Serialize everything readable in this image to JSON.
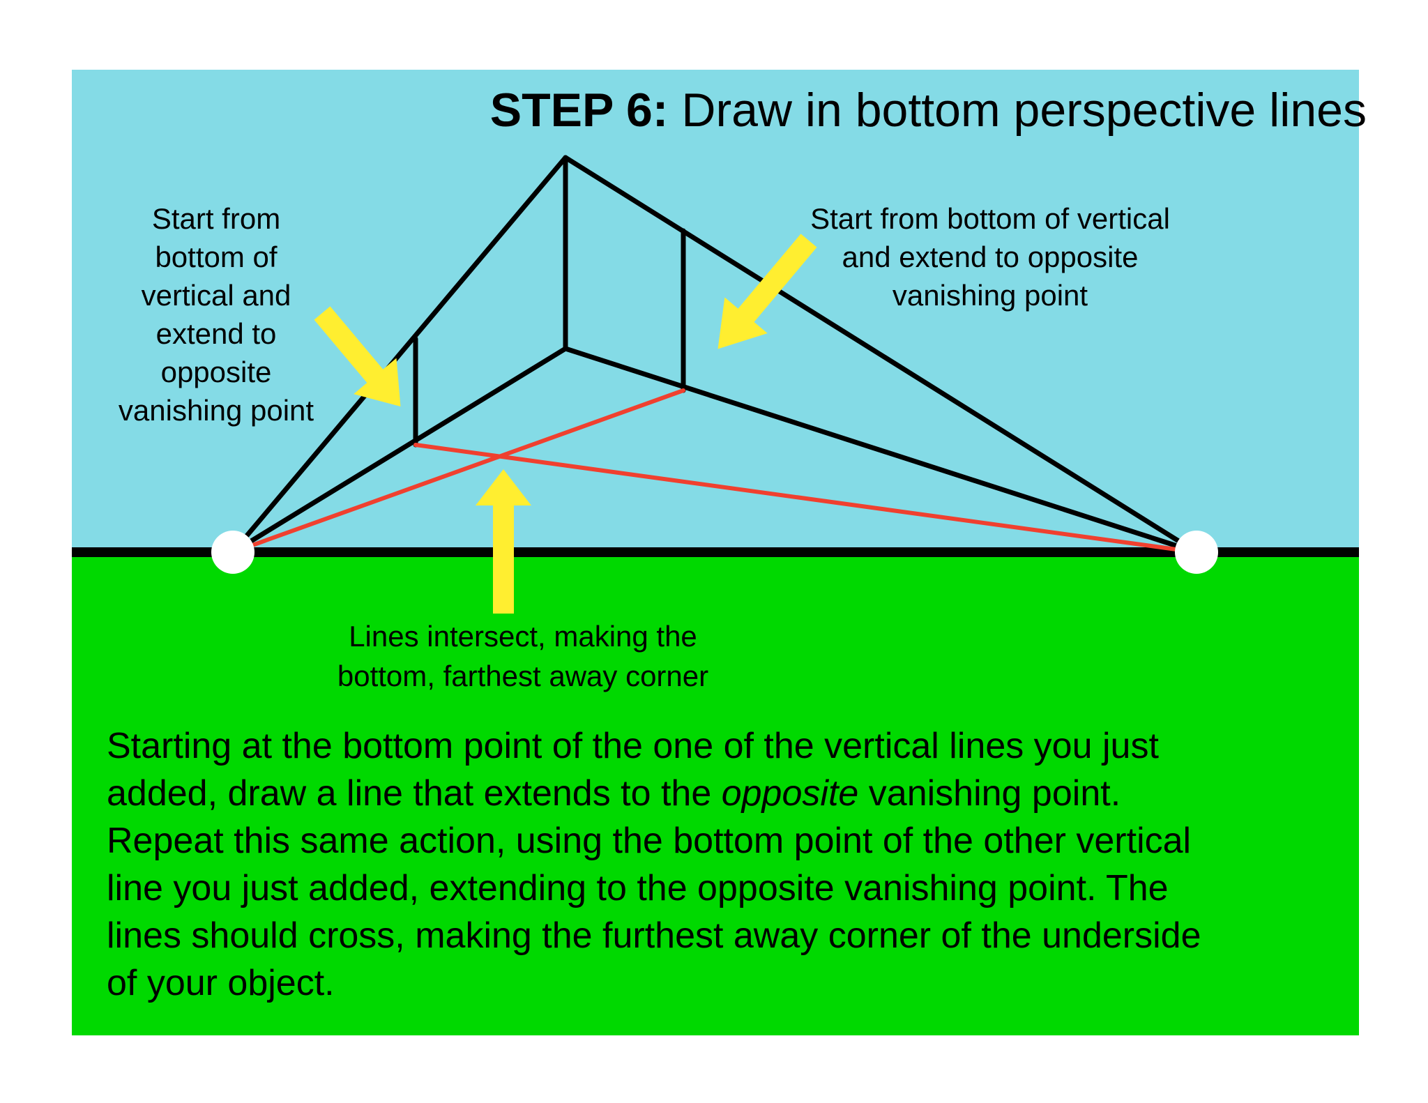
{
  "title": {
    "bold": "STEP 6:",
    "rest": " Draw in bottom perspective lines"
  },
  "annotations": {
    "left": [
      "Start from",
      "bottom of",
      "vertical and",
      "extend to",
      "opposite",
      "vanishing point"
    ],
    "right": [
      "Start from bottom of vertical",
      "and extend to opposite",
      "vanishing point"
    ],
    "bottom": [
      "Lines intersect, making the",
      "bottom, farthest away corner"
    ]
  },
  "instructions": {
    "line1": "Starting at the bottom point of the one of the vertical lines you just",
    "line2_before": "added, draw a line that extends to the ",
    "line2_italic": "opposite",
    "line2_after": " vanishing point.",
    "line3": "Repeat this same action, using the bottom point of the other vertical",
    "line4": "line you just added, extending to the opposite vanishing point.  The",
    "line5": "lines should cross, making the furthest away corner of the underside",
    "line6": "of your object."
  },
  "colors": {
    "sky": "#84dbe6",
    "ground": "#00d900",
    "horizon": "#000000",
    "construction_lines": "#000000",
    "new_lines": "#f0402f",
    "arrows": "#ffee30",
    "vanishing_points": "#ffffff"
  }
}
